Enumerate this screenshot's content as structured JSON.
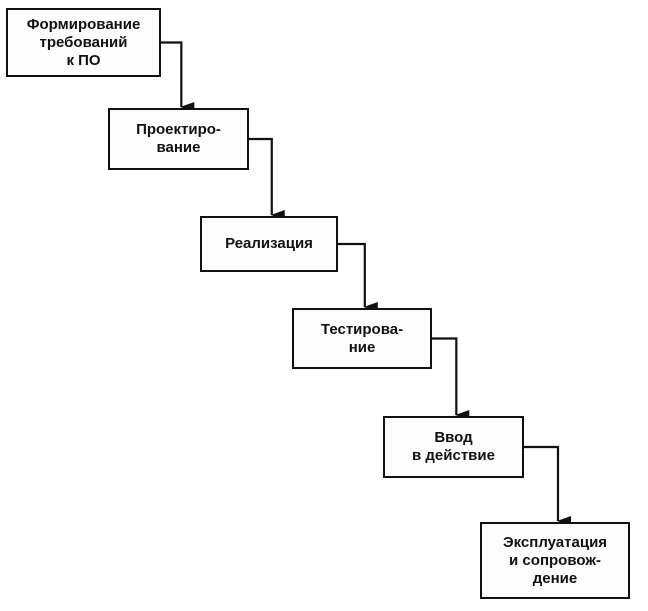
{
  "diagram": {
    "stages": [
      {
        "id": "requirements",
        "label": "Формирование\nтребований\nк ПО"
      },
      {
        "id": "design",
        "label": "Проектиро-\nвание"
      },
      {
        "id": "implementation",
        "label": "Реализация"
      },
      {
        "id": "testing",
        "label": "Тестирова-\nние"
      },
      {
        "id": "deployment",
        "label": "Ввод\nв действие"
      },
      {
        "id": "operation",
        "label": "Эксплуатация\nи сопровож-\nдение"
      }
    ],
    "connections": [
      {
        "from": "requirements",
        "to": "design"
      },
      {
        "from": "design",
        "to": "implementation"
      },
      {
        "from": "implementation",
        "to": "testing"
      },
      {
        "from": "testing",
        "to": "deployment"
      },
      {
        "from": "deployment",
        "to": "operation"
      }
    ]
  }
}
